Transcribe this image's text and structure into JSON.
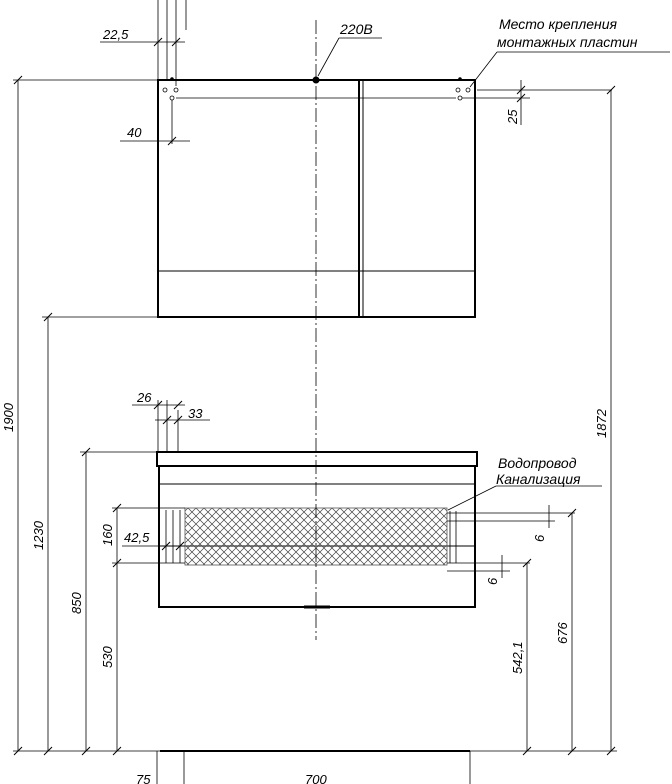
{
  "annotations": {
    "power": "220B",
    "mount_line1": "Место крепления",
    "mount_line2": "монтажных пластин",
    "water": "Водопровод",
    "sewer": "Канализация"
  },
  "dimensions": {
    "d22_5": "22,5",
    "d40": "40",
    "d25": "25",
    "d1900": "1900",
    "d1872": "1872",
    "d1230": "1230",
    "d850": "850",
    "d530": "530",
    "d26": "26",
    "d33": "33",
    "d160": "160",
    "d42_5": "42,5",
    "d6_top": "6",
    "d6_bottom": "6",
    "d676": "676",
    "d542_1": "542,1",
    "d75": "75",
    "d700": "700"
  }
}
